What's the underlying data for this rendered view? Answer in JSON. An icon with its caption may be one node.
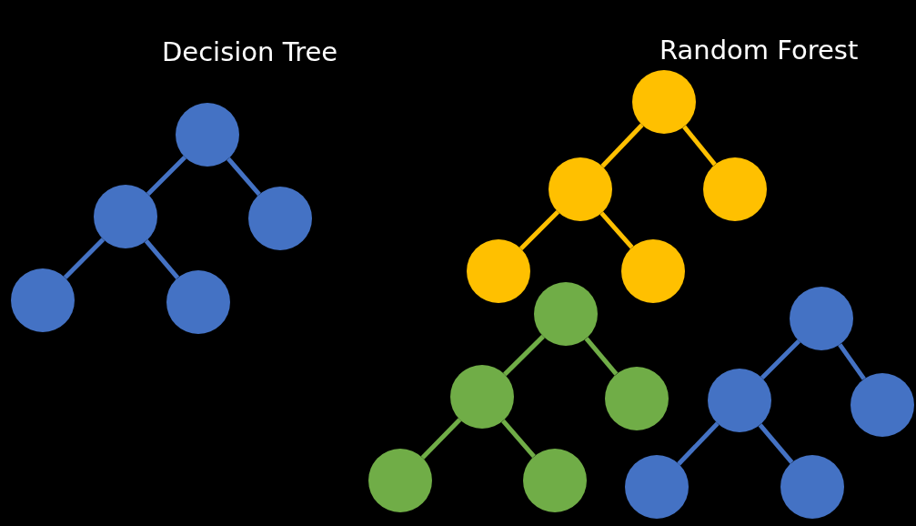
{
  "diagram": {
    "nodes": [
      {
        "text": [],
        "shape": "circle"
      },
      {
        "text": [],
        "shape": "circle"
      },
      {
        "text": [],
        "shape": "circle"
      },
      {
        "text": [],
        "shape": "circle"
      },
      {
        "text": [],
        "shape": "circle"
      },
      {
        "text": [],
        "shape": "circle"
      },
      {
        "text": [],
        "shape": "circle"
      },
      {
        "text": [],
        "shape": "circle"
      },
      {
        "text": [],
        "shape": "circle"
      },
      {
        "text": [],
        "shape": "circle"
      },
      {
        "text": [],
        "shape": "circle"
      },
      {
        "text": [],
        "shape": "circle"
      },
      {
        "text": [],
        "shape": "circle"
      },
      {
        "text": [],
        "shape": "circle"
      },
      {
        "text": [],
        "shape": "circle"
      },
      {
        "text": [],
        "shape": "circle"
      },
      {
        "text": [],
        "shape": "circle"
      },
      {
        "text": [],
        "shape": "circle"
      },
      {
        "text": [],
        "shape": "circle"
      },
      {
        "text": [],
        "shape": "circle"
      }
    ],
    "edges": [
      {
        "from": 0,
        "to": 1,
        "arrow": "none"
      },
      {
        "from": 0,
        "to": 2,
        "arrow": "none"
      },
      {
        "from": 1,
        "to": 3,
        "arrow": "none"
      },
      {
        "from": 1,
        "to": 4,
        "arrow": "none"
      },
      {
        "from": 5,
        "to": 6,
        "arrow": "none",
        "color": "#ffc000"
      },
      {
        "from": 5,
        "to": 7,
        "arrow": "none",
        "color": "#ffc000"
      },
      {
        "from": 6,
        "to": 8,
        "arrow": "none",
        "color": "#ffc000"
      },
      {
        "from": 6,
        "to": 9,
        "arrow": "none",
        "color": "#ffc000"
      },
      {
        "from": 10,
        "to": 11,
        "arrow": "none",
        "color": "#70ad47"
      },
      {
        "from": 10,
        "to": 12,
        "arrow": "none",
        "color": "#70ad47"
      },
      {
        "from": 11,
        "to": 13,
        "arrow": "none",
        "color": "#70ad47"
      },
      {
        "from": 11,
        "to": 14,
        "arrow": "none",
        "color": "#70ad47"
      },
      {
        "from": 15,
        "to": 16,
        "arrow": "none"
      },
      {
        "from": 15,
        "to": 17,
        "arrow": "none"
      },
      {
        "from": 16,
        "to": 18,
        "arrow": "none"
      },
      {
        "from": 16,
        "to": 19,
        "arrow": "none"
      }
    ],
    "labels": [
      "Decision Tree",
      "Random Forest"
    ]
  }
}
